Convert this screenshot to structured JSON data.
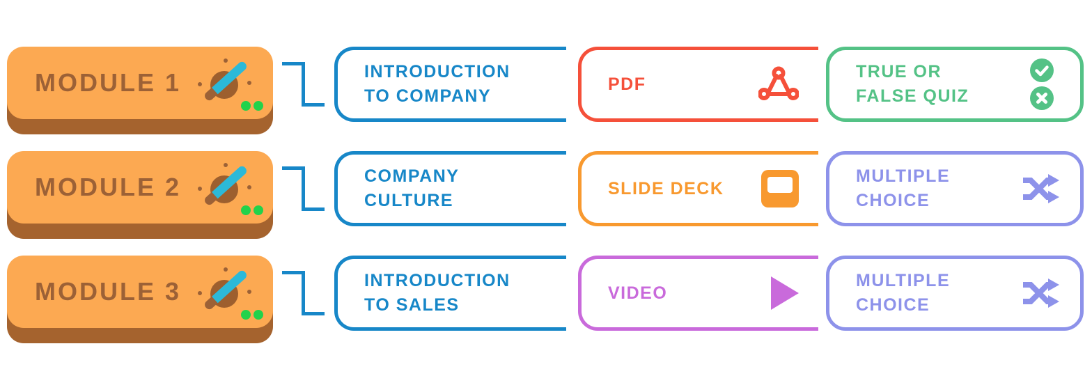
{
  "colors": {
    "blue": "#1787C8",
    "red": "#F5503A",
    "orange": "#F8992F",
    "green": "#54C286",
    "purple": "#8D92EA",
    "magenta": "#C96ADB",
    "card-face": "#FCA952",
    "card-base": "#A5632E",
    "card-text": "#9C6136",
    "planet-brown": "#9D5F2E",
    "wand-teal": "#2CB9D8",
    "dot-green": "#21D24B",
    "background": "#FFFFFF"
  },
  "rows": [
    {
      "module_label": "MODULE 1",
      "module_icon": "planet-wand-icon",
      "topic": {
        "line1": "INTRODUCTION",
        "line2": "TO COMPANY"
      },
      "format": {
        "label": "PDF",
        "icon": "pdf-icon",
        "color": "#F5503A"
      },
      "quiz": {
        "line1": "TRUE OR",
        "line2": "FALSE QUIZ",
        "icons": [
          "check-circle-icon",
          "cross-circle-icon"
        ],
        "color": "#54C286"
      }
    },
    {
      "module_label": "MODULE 2",
      "module_icon": "planet-wand-icon",
      "topic": {
        "line1": "COMPANY",
        "line2": "CULTURE"
      },
      "format": {
        "label": "SLIDE DECK",
        "icon": "slide-deck-icon",
        "color": "#F8992F"
      },
      "quiz": {
        "line1": "MULTIPLE",
        "line2": "CHOICE",
        "icons": [
          "shuffle-icon"
        ],
        "color": "#8D92EA"
      }
    },
    {
      "module_label": "MODULE 3",
      "module_icon": "planet-wand-icon",
      "topic": {
        "line1": "INTRODUCTION",
        "line2": "TO SALES"
      },
      "format": {
        "label": "VIDEO",
        "icon": "play-icon",
        "color": "#C96ADB"
      },
      "quiz": {
        "line1": "MULTIPLE",
        "line2": "CHOICE",
        "icons": [
          "shuffle-icon"
        ],
        "color": "#8D92EA"
      }
    }
  ]
}
